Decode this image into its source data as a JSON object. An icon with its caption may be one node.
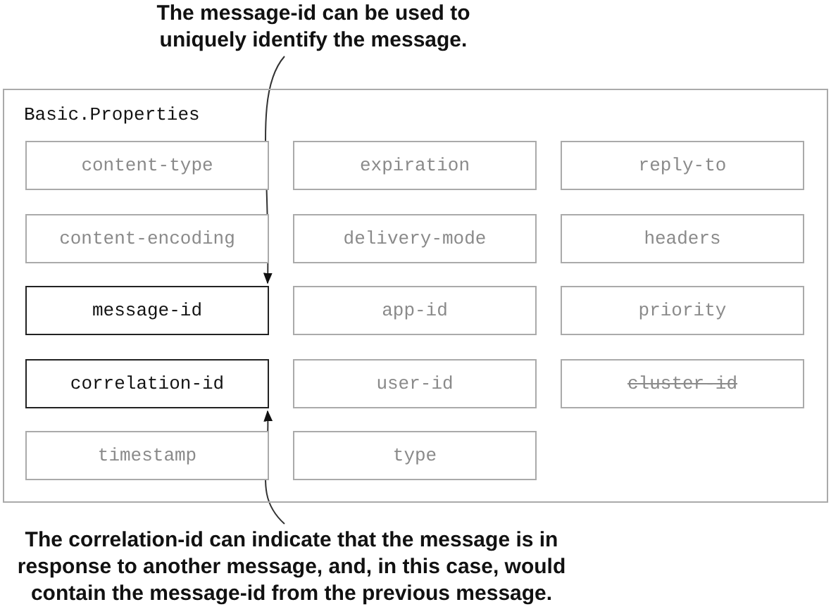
{
  "diagram": {
    "nodes": [
      {
        "text": [
          "The message-id can be used to uniquely identify the message."
        ]
      },
      {
        "text": [
          "Basic.Properties"
        ]
      },
      {
        "text": [
          "content-type"
        ],
        "in": 1
      },
      {
        "text": [
          "expiration"
        ],
        "in": 1
      },
      {
        "text": [
          "reply-to"
        ],
        "in": 1
      },
      {
        "text": [
          "content-encoding"
        ],
        "in": 1
      },
      {
        "text": [
          "delivery-mode"
        ],
        "in": 1
      },
      {
        "text": [
          "headers"
        ],
        "in": 1
      },
      {
        "text": [
          "message-id"
        ],
        "in": 1
      },
      {
        "text": [
          "app-id"
        ],
        "in": 1
      },
      {
        "text": [
          "priority"
        ],
        "in": 1
      },
      {
        "text": [
          "correlation-id"
        ],
        "in": 1
      },
      {
        "text": [
          "user-id"
        ],
        "in": 1
      },
      {
        "text": [
          "cluster-id"
        ],
        "in": 1
      },
      {
        "text": [
          "timestamp"
        ],
        "in": 1
      },
      {
        "text": [
          "type"
        ],
        "in": 1
      },
      {
        "text": [
          "The correlation-id can indicate that the message is in response to another message, and, in this case, would contain the message-id from the previous message."
        ]
      }
    ],
    "edges": [
      {
        "from": 0,
        "to": 8,
        "arrow": "to"
      },
      {
        "from": 16,
        "to": 11,
        "arrow": "to"
      }
    ]
  }
}
